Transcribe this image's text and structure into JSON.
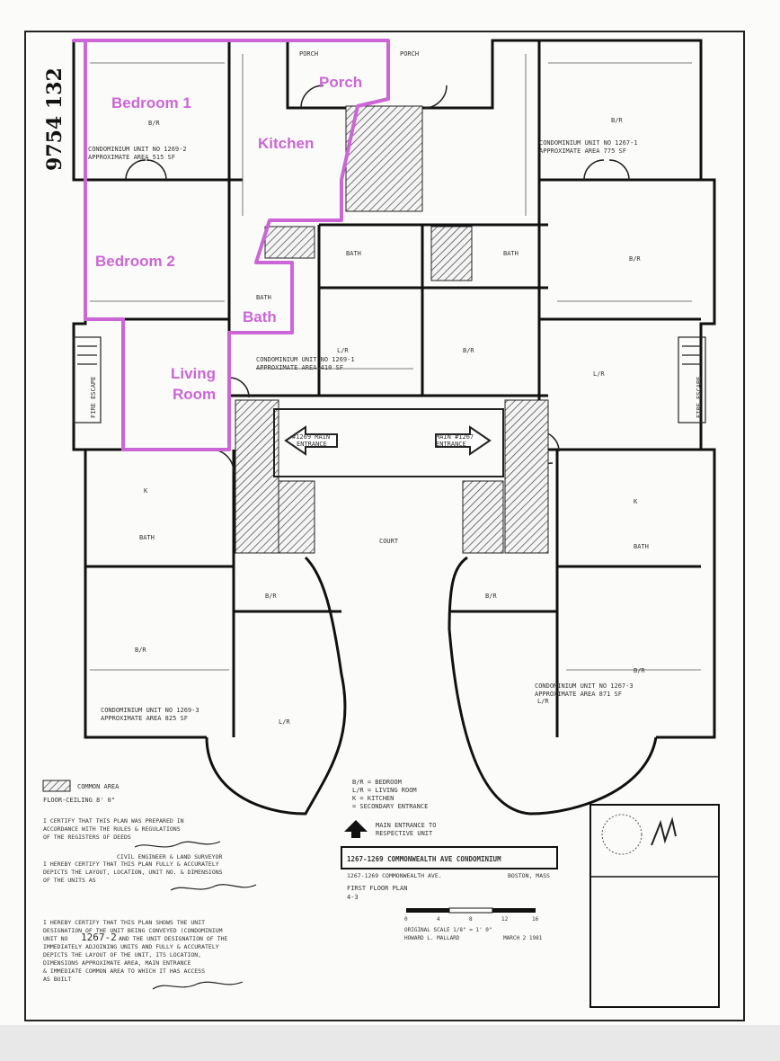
{
  "document": {
    "side_number": "9754 132",
    "highlight_color": "#cc66d6",
    "highlighted_rooms": [
      {
        "id": "bedroom1",
        "label": "Bedroom 1"
      },
      {
        "id": "bedroom2",
        "label": "Bedroom 2"
      },
      {
        "id": "kitchen",
        "label": "Kitchen"
      },
      {
        "id": "porch",
        "label": "Porch"
      },
      {
        "id": "bath",
        "label": "Bath"
      },
      {
        "id": "living1",
        "label": "Living"
      },
      {
        "id": "living2",
        "label": "Room"
      }
    ],
    "plan_labels": {
      "court": "COURT",
      "porch_left": "PORCH",
      "porch_right": "PORCH",
      "bath_a": "BATH",
      "bath_b": "BATH",
      "bath_c": "BATH",
      "bath_d": "BATH",
      "bath_e": "BATH",
      "main_entrance_left_1": "#1269 MAIN",
      "main_entrance_left_2": "ENTRANCE",
      "main_entrance_right_1": "MAIN #1267",
      "main_entrance_right_2": "ENTRANCE",
      "fire_escape_left": "FIRE ESCAPE",
      "fire_escape_right": "FIRE ESCAPE",
      "unit_nw_1": "CONDOMINIUM UNIT NO 1269-2",
      "unit_nw_2": "APPROXIMATE AREA 515 SF",
      "unit_ne_1": "CONDOMINIUM UNIT NO 1267-1",
      "unit_ne_2": "APPROXIMATE AREA 775 SF",
      "unit_c_1": "CONDOMINIUM UNIT NO 1269-1",
      "unit_c_2": "APPROXIMATE AREA 410 SF",
      "unit_sw_1": "CONDOMINIUM UNIT NO 1269-3",
      "unit_sw_2": "APPROXIMATE AREA 825 SF",
      "unit_se_1": "CONDOMINIUM UNIT NO 1267-3",
      "unit_se_2": "APPROXIMATE AREA 871 SF",
      "br": "B/R",
      "lr": "L/R",
      "k": "K"
    },
    "legend": {
      "common_area": "COMMON AREA",
      "floor_ceiling": "FLOOR-CEILING 8' 0\"",
      "keys": [
        "B/R = BEDROOM",
        "L/R = LIVING ROOM",
        "K = KITCHEN",
        "= SECONDARY ENTRANCE"
      ],
      "main_entrance": "MAIN ENTRANCE TO",
      "main_entrance_2": "RESPECTIVE UNIT"
    },
    "certifications": {
      "cert1": [
        "I CERTIFY THAT THIS PLAN WAS PREPARED IN",
        "ACCORDANCE WITH THE RULES & REGULATIONS",
        "OF THE REGISTERS OF DEEDS"
      ],
      "surveyor": "CIVIL ENGINEER & LAND SURVEYOR",
      "cert2": [
        "I HEREBY CERTIFY THAT THIS PLAN FULLY & ACCURATELY",
        "DEPICTS THE LAYOUT, LOCATION, UNIT NO. & DIMENSIONS",
        "OF THE UNITS AS"
      ],
      "cert3": [
        "I HEREBY CERTIFY THAT THIS PLAN SHOWS THE UNIT",
        "DESIGNATION OF THE UNIT BEING CONVEYED (CONDOMINIUM",
        "UNIT NO",
        "AND THE UNIT DESIGNATION OF THE",
        "IMMEDIATELY ADJOINING UNITS AND FULLY & ACCURATELY",
        "DEPICTS THE LAYOUT OF THE UNIT, ITS LOCATION,",
        "DIMENSIONS APPROXIMATE AREA, MAIN ENTRANCE",
        "& IMMEDIATE COMMON AREA TO WHICH IT HAS ACCESS",
        "AS BUILT"
      ],
      "unit_no": "1267-2"
    },
    "title_block": {
      "title": "1267-1269 COMMONWEALTH AVE CONDOMINIUM",
      "address": "1267-1269 COMMONWEALTH AVE.",
      "city": "BOSTON, MASS",
      "floor": "FIRST FLOOR PLAN",
      "floor_no": "4-3"
    },
    "scale": {
      "ticks": [
        "0",
        "4",
        "8",
        "12",
        "16"
      ],
      "original_scale": "ORIGINAL SCALE 1/8\" = 1' 0\"",
      "author": "HOWARD L. MALLARD",
      "date": "MARCH 2 1981"
    }
  }
}
